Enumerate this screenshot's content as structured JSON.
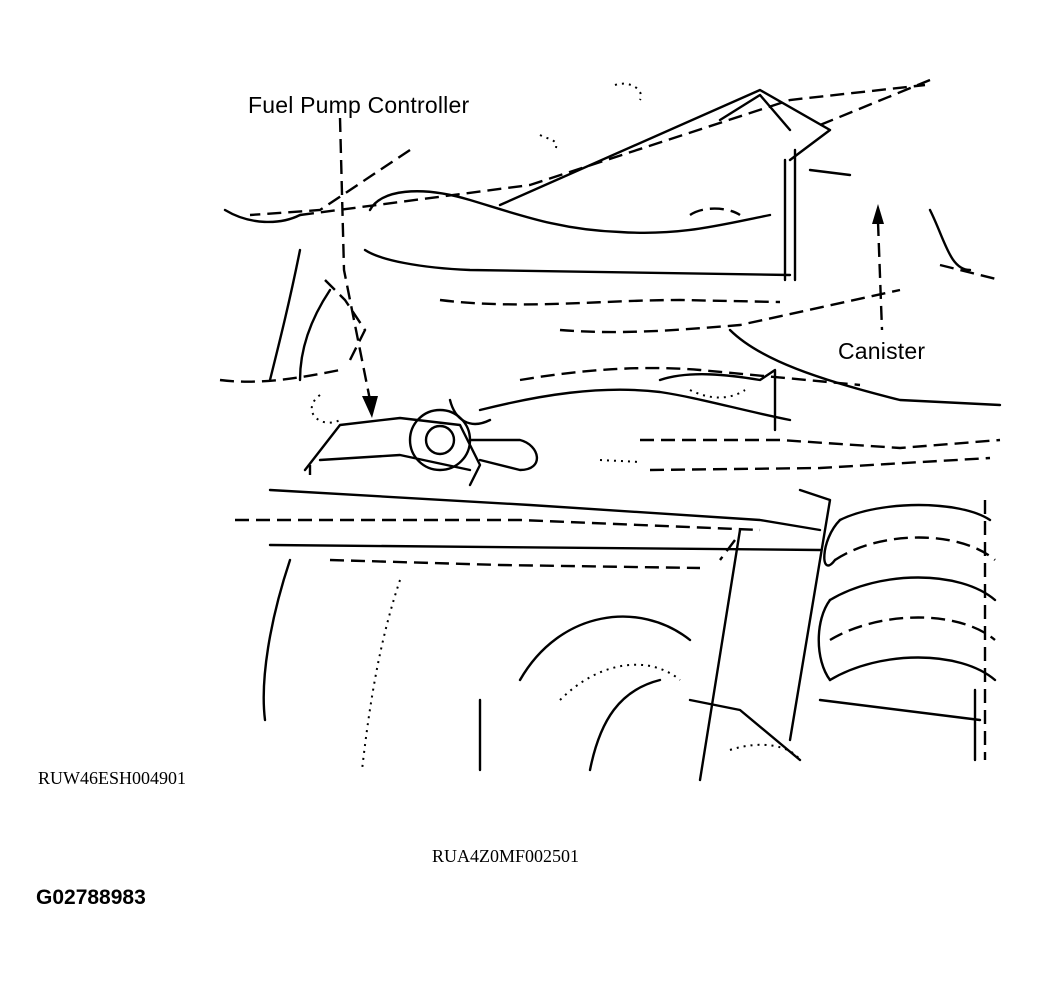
{
  "diagram": {
    "callouts": {
      "fuel_pump_controller": "Fuel Pump Controller",
      "canister": "Canister"
    },
    "codes": {
      "drawing_code_left": "RUW46ESH004901",
      "drawing_code_center": "RUA4Z0MF002501"
    },
    "figure_id": "G02788983"
  }
}
